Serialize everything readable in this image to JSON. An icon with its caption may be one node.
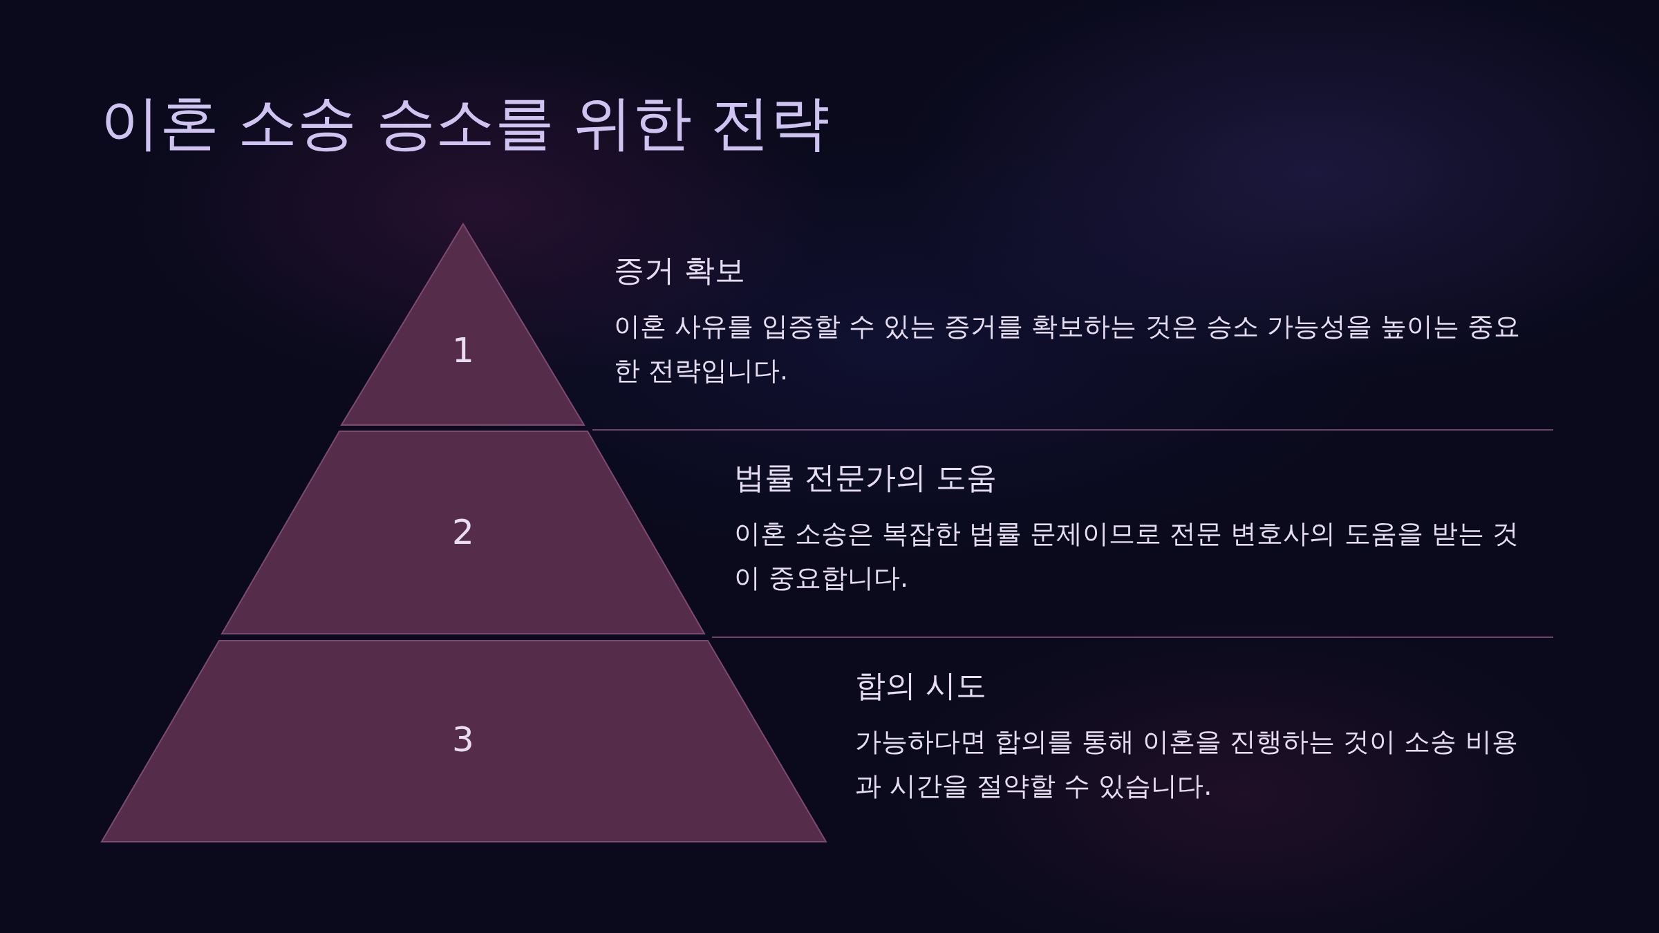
{
  "diagram": {
    "title": "이혼 소송 승소를 위한 전략",
    "nodes": [
      {
        "text": [
          "1"
        ],
        "beside": [
          "증거 확보",
          "이혼 사유를 입증할 수 있는 증거를 확보하는 것은 승소 가능성을 높이는 중요한 전략입니다."
        ]
      },
      {
        "text": [
          "2"
        ],
        "beside": [
          "법률 전문가의 도움",
          "이혼 소송은 복잡한 법률 문제이므로 전문 변호사의 도움을 받는 것이 중요합니다."
        ]
      },
      {
        "text": [
          "3"
        ],
        "beside": [
          "합의 시도",
          "가능하다면 합의를 통해 이혼을 진행하는 것이 소송 비용과 시간을 절약할 수 있습니다."
        ]
      }
    ],
    "edges": []
  }
}
